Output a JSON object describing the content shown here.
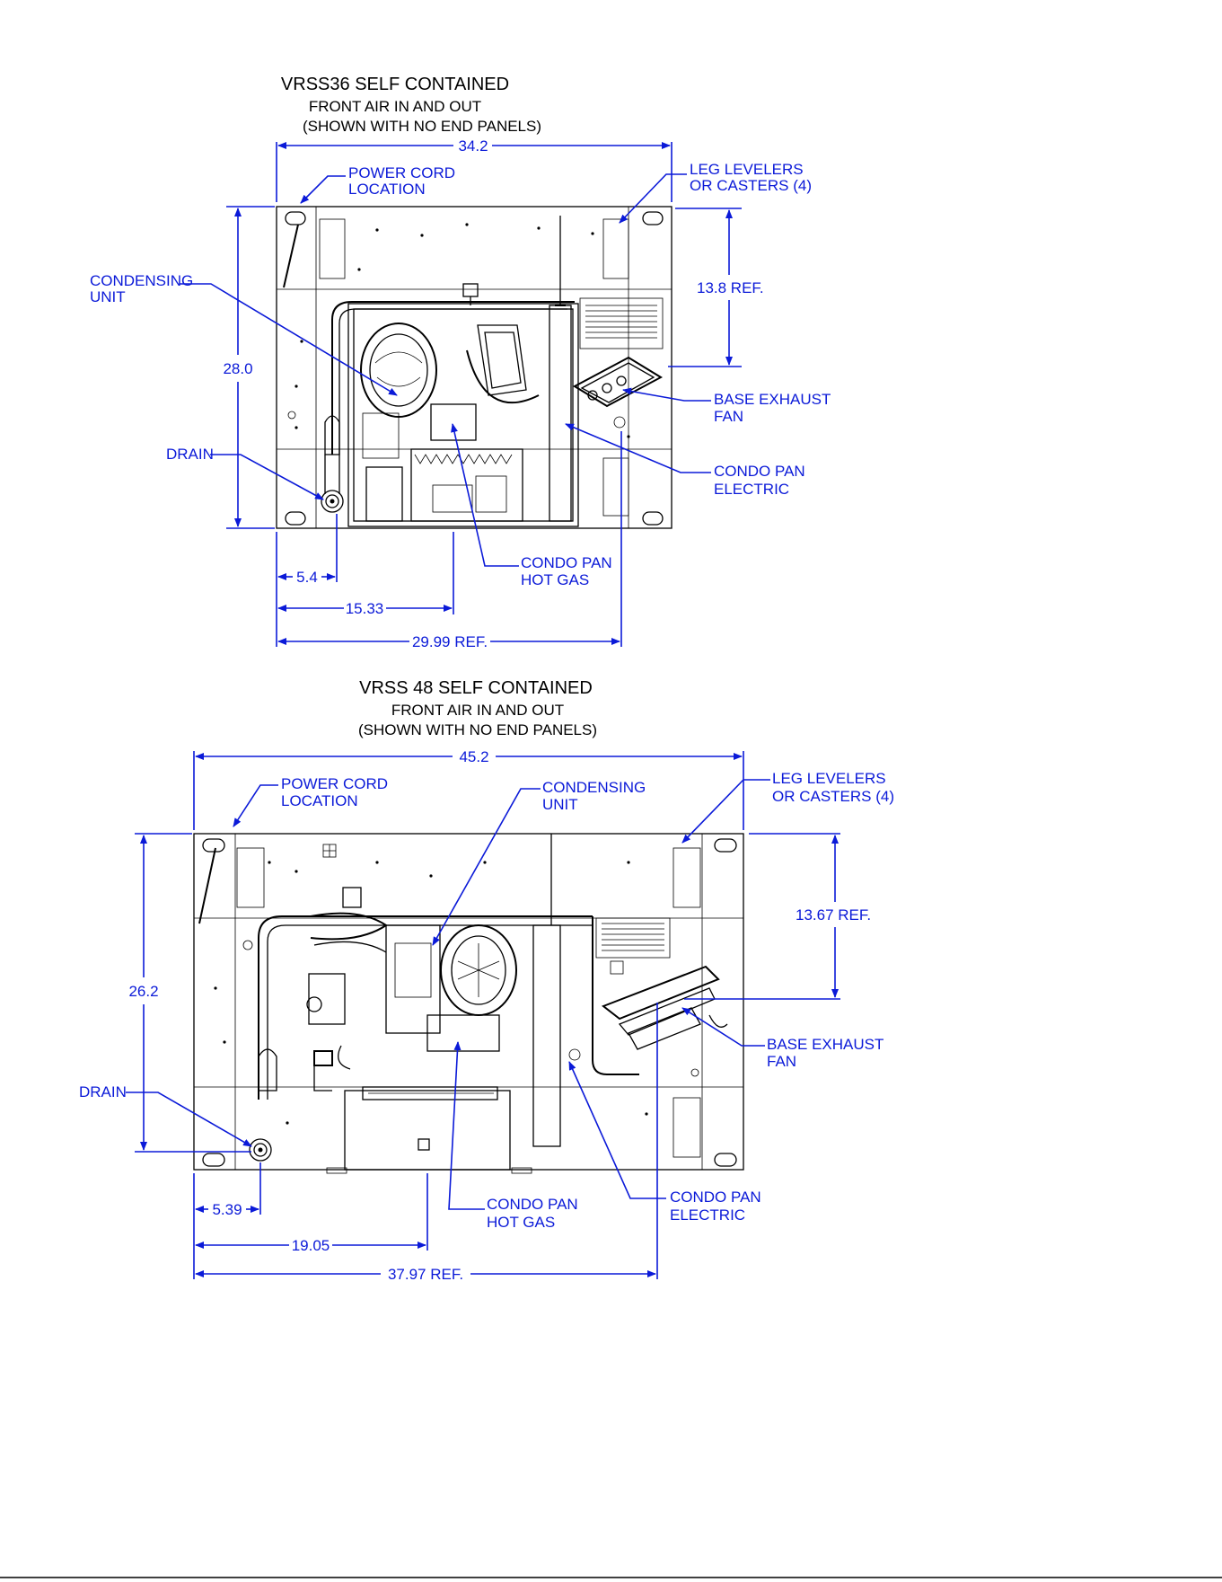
{
  "diagrams": [
    {
      "title": "VRSS36 SELF CONTAINED",
      "subtitle1": "FRONT AIR IN AND OUT",
      "subtitle2": "(SHOWN WITH NO END PANELS)",
      "labels": {
        "power_cord": [
          "POWER CORD",
          "LOCATION"
        ],
        "leg_levelers": [
          "LEG LEVELERS",
          "OR CASTERS (4)"
        ],
        "condensing_unit": [
          "CONDENSING",
          "UNIT"
        ],
        "base_exhaust_fan": [
          "BASE EXHAUST",
          "FAN"
        ],
        "drain": "DRAIN",
        "condo_pan_electric": [
          "CONDO PAN",
          "ELECTRIC"
        ],
        "condo_pan_hot_gas": [
          "CONDO PAN",
          "HOT GAS"
        ]
      },
      "dims": {
        "width": "34.2",
        "depth": "28.0",
        "fan_ref": "13.8  REF.",
        "drain_x": "5.4",
        "hot_gas_x": "15.33",
        "electric_x": "29.99  REF."
      }
    },
    {
      "title": "VRSS 48 SELF CONTAINED",
      "subtitle1": "FRONT AIR IN AND OUT",
      "subtitle2": "(SHOWN WITH NO END PANELS)",
      "labels": {
        "power_cord": [
          "POWER CORD",
          "LOCATION"
        ],
        "leg_levelers": [
          "LEG LEVELERS",
          "OR CASTERS (4)"
        ],
        "condensing_unit": [
          "CONDENSING",
          "UNIT"
        ],
        "base_exhaust_fan": [
          "BASE EXHAUST",
          "FAN"
        ],
        "drain": "DRAIN",
        "condo_pan_electric": [
          "CONDO PAN",
          "ELECTRIC"
        ],
        "condo_pan_hot_gas": [
          "CONDO PAN",
          "HOT GAS"
        ]
      },
      "dims": {
        "width": "45.2",
        "depth": "26.2",
        "fan_ref": "13.67  REF.",
        "drain_x": "5.39",
        "hot_gas_x": "19.05",
        "electric_x": "37.97  REF."
      }
    }
  ],
  "colors": {
    "dimension": "#0b1ad8",
    "linework": "#000000",
    "background": "#ffffff"
  }
}
